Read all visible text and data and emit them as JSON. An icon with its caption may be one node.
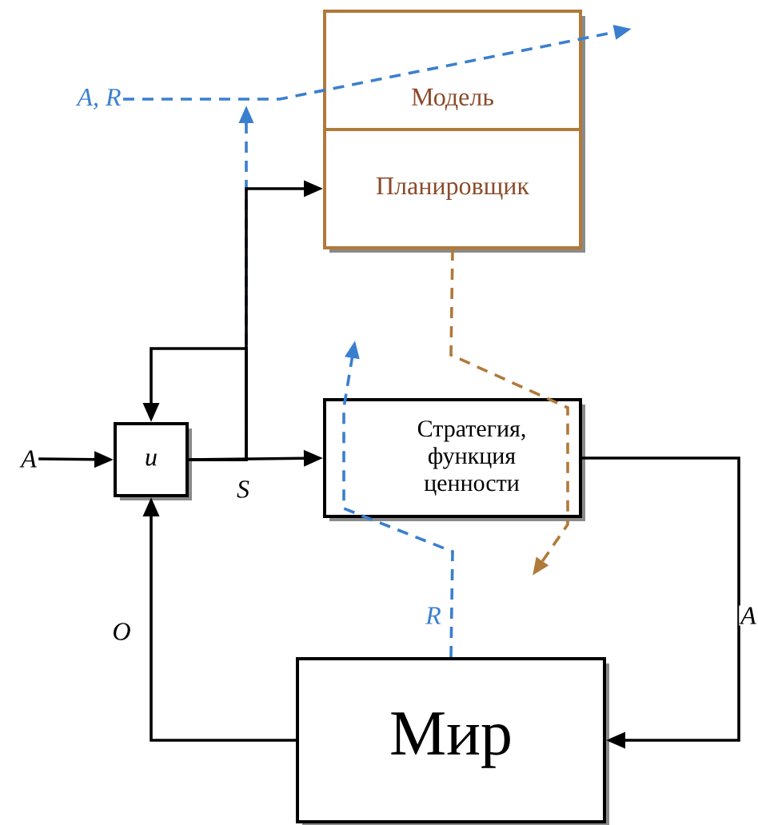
{
  "diagram": {
    "nodes": [
      {
        "text": [
          "Модель"
        ]
      },
      {
        "text": [
          "Планировщик"
        ]
      },
      {
        "text": [
          "u"
        ]
      },
      {
        "text": [
          "Стратегия, функция ценности"
        ]
      },
      {
        "text": [
          "Мир"
        ]
      },
      {
        "text": [
          "A"
        ]
      },
      {
        "text": [
          "A, R"
        ]
      }
    ],
    "edges": [
      {
        "from": 5,
        "to": 2,
        "arrow": "to"
      },
      {
        "from": 2,
        "to": 3,
        "arrow": "to",
        "label": "S"
      },
      {
        "from": 2,
        "to": 1,
        "arrow": "to"
      },
      {
        "from": 2,
        "to": 2,
        "arrow": "to"
      },
      {
        "from": 3,
        "to": 4,
        "arrow": "to",
        "label": "A"
      },
      {
        "from": 4,
        "to": 2,
        "arrow": "to",
        "label": "O"
      },
      {
        "from": 4,
        "to": null,
        "arrow": "to",
        "label": "R",
        "style": "dashed",
        "color": "#3a7fcf"
      },
      {
        "from": 1,
        "to": null,
        "arrow": "to",
        "style": "dashed",
        "color": "#b07a3a"
      },
      {
        "from": 6,
        "to": null,
        "arrow": "to",
        "style": "dashed",
        "color": "#3a7fcf"
      },
      {
        "from": 2,
        "to": null,
        "arrow": "to",
        "style": "dashed",
        "color": "#3a7fcf"
      }
    ]
  }
}
